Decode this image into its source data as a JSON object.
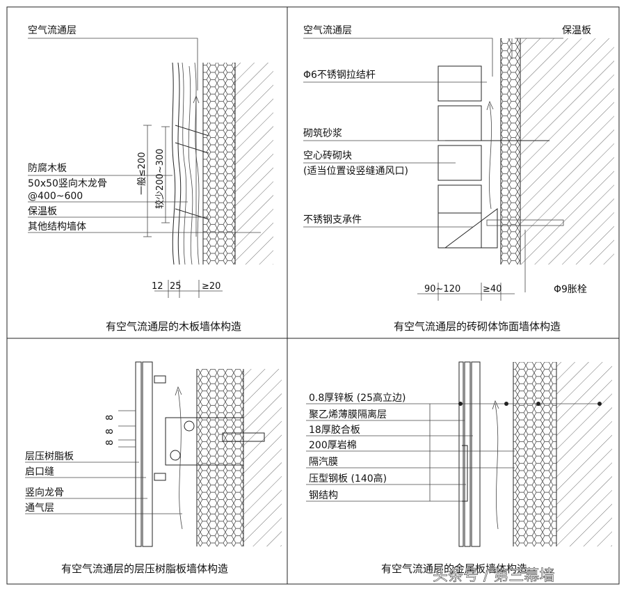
{
  "panels": {
    "tl": {
      "caption": "有空气流通层的木板墙体构造",
      "top_label": "空气流通层",
      "labels": [
        "防腐木板",
        "50x50竖向木龙骨",
        "@400~600",
        "保温板",
        "其他结构墙体"
      ],
      "vertical_dims": [
        "一般≤200",
        "较少200~300"
      ],
      "bottom_dims": [
        "12",
        "25",
        "≥20"
      ]
    },
    "tr": {
      "caption": "有空气流通层的砖砌体饰面墙体构造",
      "top_label": "空气流通层",
      "top_right_label": "保温板",
      "labels": [
        "Φ6不锈钢拉结杆",
        "砌筑砂浆",
        "空心砖砌块",
        "(适当位置设竖缝通风口)",
        "不锈钢支承件"
      ],
      "bottom_dims": [
        "90~120",
        "≥40"
      ],
      "bolt_label": "Φ9胀栓"
    },
    "bl": {
      "caption": "有空气流通层的层压树脂板墙体构造",
      "labels": [
        "层压树脂板",
        "启口缝",
        "竖向龙骨",
        "通气层"
      ],
      "dims": [
        "8",
        "8",
        "8"
      ]
    },
    "br": {
      "caption": "有空气流通层的金属板墙体构造",
      "labels": [
        "0.8厚锌板 (25高立边)",
        "聚乙烯薄膜隔离层",
        "18厚胶合板",
        "200厚岩棉",
        "隔汽膜",
        "压型钢板 (140高)",
        "钢结构"
      ]
    }
  },
  "watermark": "头条号 / 第三幕墙"
}
